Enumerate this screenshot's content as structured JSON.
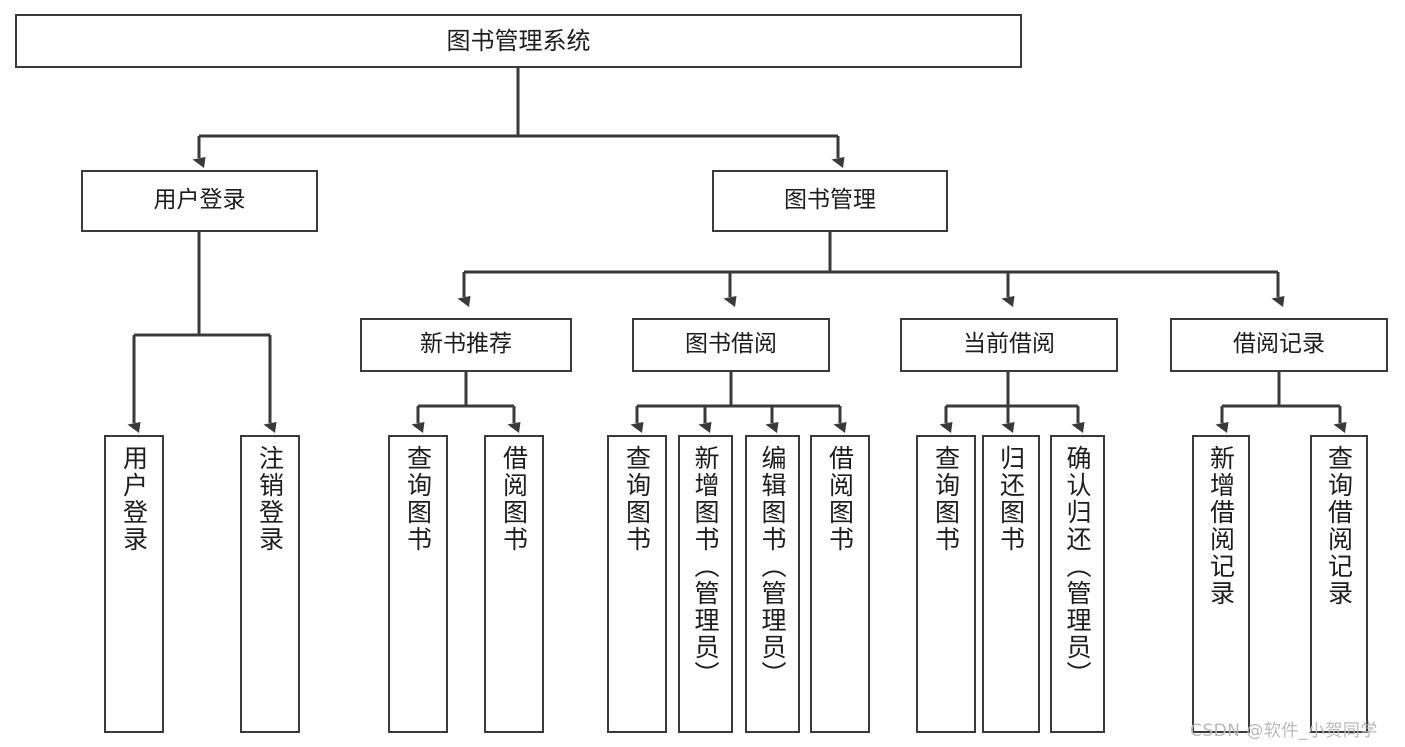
{
  "diagram": {
    "title": "图书管理系统",
    "type": "hierarchy-tree",
    "colors": {
      "background": "#ffffff",
      "box_border": "#3a3a3a",
      "box_fill": "#ffffff",
      "connector": "#3a3a3a",
      "text": "#1d1d1d",
      "watermark": "#b9b9b9"
    },
    "root": {
      "label": "图书管理系统"
    },
    "level2": [
      {
        "label": "用户登录"
      },
      {
        "label": "图书管理"
      }
    ],
    "level3": [
      {
        "label": "新书推荐"
      },
      {
        "label": "图书借阅"
      },
      {
        "label": "当前借阅"
      },
      {
        "label": "借阅记录"
      }
    ],
    "leaves": {
      "user_login": [
        {
          "label": "用户登录"
        },
        {
          "label": "注销登录"
        }
      ],
      "new_book_recommend": [
        {
          "label": "查询图书"
        },
        {
          "label": "借阅图书"
        }
      ],
      "book_borrow": [
        {
          "label": "查询图书"
        },
        {
          "label": "新增图书（管理员）"
        },
        {
          "label": "编辑图书（管理员）"
        },
        {
          "label": "借阅图书"
        }
      ],
      "current_borrow": [
        {
          "label": "查询图书"
        },
        {
          "label": "归还图书"
        },
        {
          "label": "确认归还（管理员）"
        }
      ],
      "borrow_record": [
        {
          "label": "新增借阅记录"
        },
        {
          "label": "查询借阅记录"
        }
      ]
    },
    "watermark": "CSDN @软件_小贺同学"
  }
}
